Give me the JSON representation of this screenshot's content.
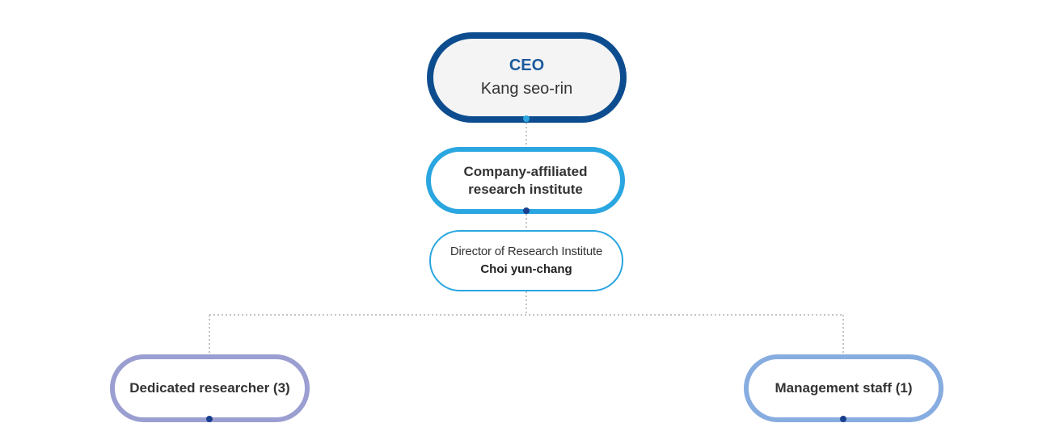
{
  "org_chart": {
    "ceo": {
      "title": "CEO",
      "name": "Kang seo-rin"
    },
    "institute": {
      "label": "Company-affiliated\nresearch institute"
    },
    "director": {
      "title": "Director of Research Institute",
      "name": "Choi yun-chang"
    },
    "teams": [
      {
        "label": "Dedicated researcher (3)"
      },
      {
        "label": "Management staff (1)"
      }
    ]
  },
  "colors": {
    "ceo_border": "#0d4d8f",
    "ceo_title": "#1c5b9c",
    "institute_border": "#2aa6e0",
    "director_border": "#2aa6e0",
    "researcher_border": "#9b9ed0",
    "staff_border": "#87ade0",
    "connector_line": "#c4c4c4",
    "dot_light": "#2aa6e0",
    "dot_dark": "#1b3f8f"
  }
}
